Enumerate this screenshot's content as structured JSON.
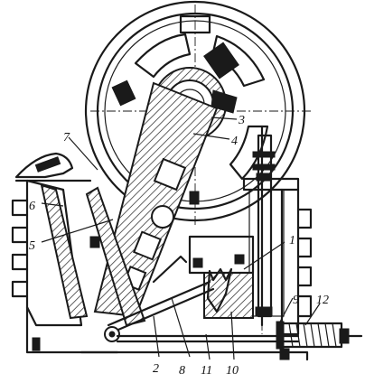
{
  "diagram": {
    "labels": [
      {
        "id": "part-1",
        "text": "1"
      },
      {
        "id": "part-2",
        "text": "2"
      },
      {
        "id": "part-3",
        "text": "3"
      },
      {
        "id": "part-4",
        "text": "4"
      },
      {
        "id": "part-5",
        "text": "5"
      },
      {
        "id": "part-6",
        "text": "6"
      },
      {
        "id": "part-7",
        "text": "7"
      },
      {
        "id": "part-8",
        "text": "8"
      },
      {
        "id": "part-9",
        "text": "9"
      },
      {
        "id": "part-10",
        "text": "10"
      },
      {
        "id": "part-11",
        "text": "11"
      },
      {
        "id": "part-12",
        "text": "12"
      }
    ]
  }
}
